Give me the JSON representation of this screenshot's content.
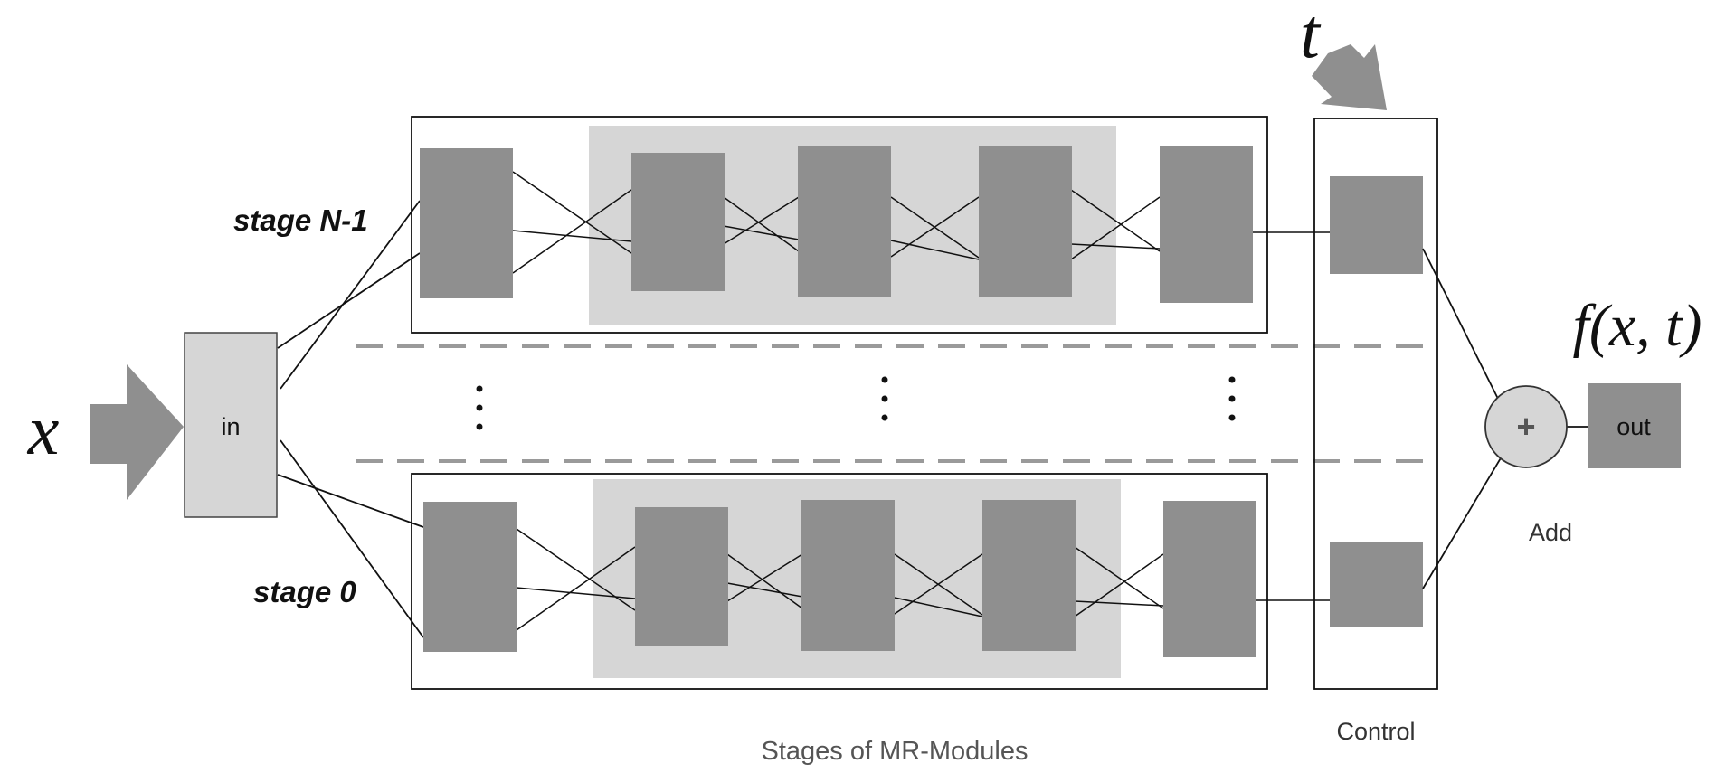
{
  "labels": {
    "input_var": "x",
    "time_var": "t",
    "output_func": "f(x, t)",
    "in_block": "in",
    "out_block": "out",
    "add_symbol": "+",
    "add_label": "Add",
    "control_label": "Control",
    "stages_label": "Stages of MR-Modules",
    "stage_top": "stage N-1",
    "stage_bottom": "stage 0"
  },
  "colors": {
    "dark_block": "#8f8f8f",
    "light_block": "#d6d6d6",
    "stroke": "#111111",
    "dashed_line": "#9a9a9a",
    "caption_text": "#555555"
  }
}
